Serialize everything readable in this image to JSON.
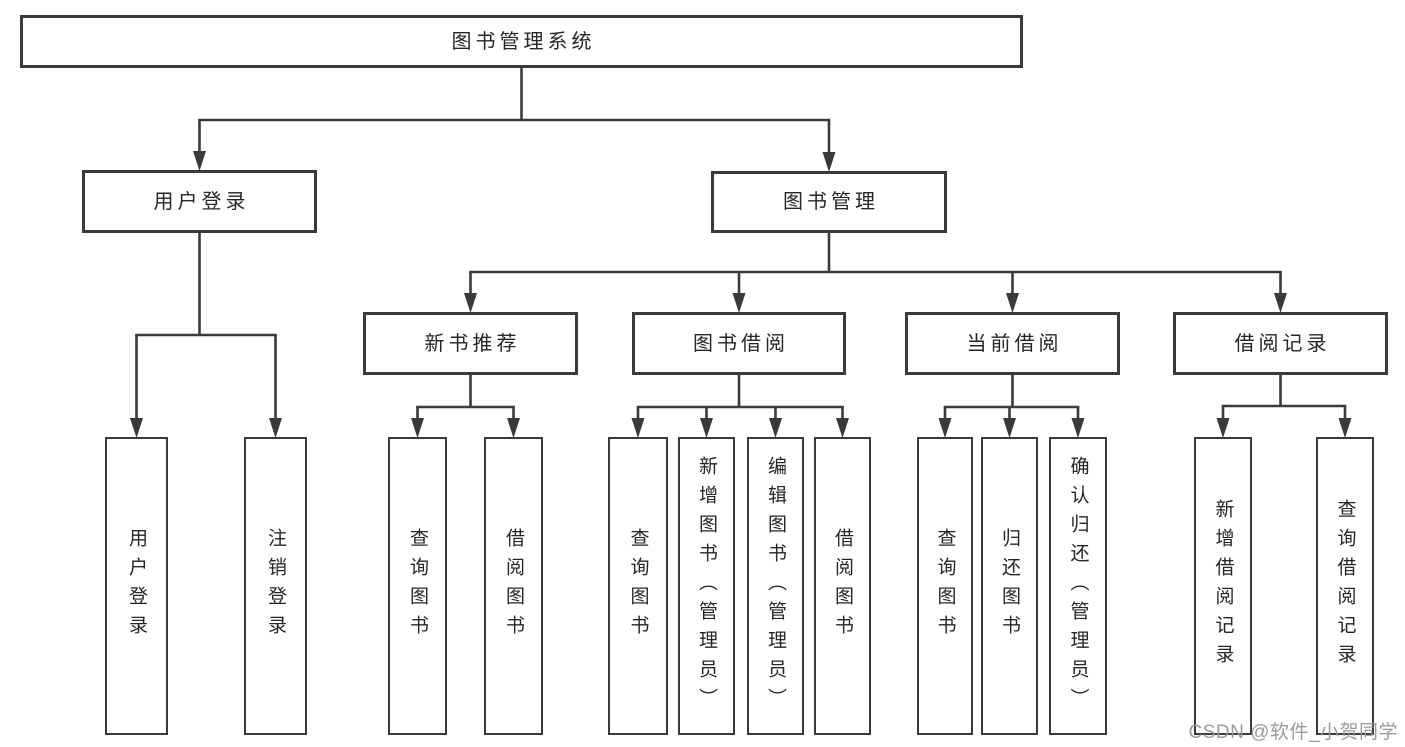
{
  "diagram": {
    "title": "图书管理系统",
    "watermark": "CSDN @软件_小贺同学",
    "colors": {
      "line": "#3a3a3a",
      "box_border": "#3a3a3a",
      "text": "#262626",
      "watermark": "#9b9b9b",
      "background": "#ffffff"
    },
    "nodes": [
      {
        "id": "root",
        "label": "图书管理系统",
        "parent": null,
        "orientation": "horizontal"
      },
      {
        "id": "user-login",
        "label": "用户登录",
        "parent": "root",
        "orientation": "horizontal"
      },
      {
        "id": "book-mgmt",
        "label": "图书管理",
        "parent": "root",
        "orientation": "horizontal"
      },
      {
        "id": "new-book-rec",
        "label": "新书推荐",
        "parent": "book-mgmt",
        "orientation": "horizontal"
      },
      {
        "id": "book-borrow",
        "label": "图书借阅",
        "parent": "book-mgmt",
        "orientation": "horizontal"
      },
      {
        "id": "current-borrow",
        "label": "当前借阅",
        "parent": "book-mgmt",
        "orientation": "horizontal"
      },
      {
        "id": "borrow-record",
        "label": "借阅记录",
        "parent": "book-mgmt",
        "orientation": "horizontal"
      },
      {
        "id": "leaf-user-login",
        "label": "用户登录",
        "parent": "user-login",
        "orientation": "vertical"
      },
      {
        "id": "leaf-logout",
        "label": "注销登录",
        "parent": "user-login",
        "orientation": "vertical"
      },
      {
        "id": "leaf-rec-query",
        "label": "查询图书",
        "parent": "new-book-rec",
        "orientation": "vertical"
      },
      {
        "id": "leaf-rec-borrow",
        "label": "借阅图书",
        "parent": "new-book-rec",
        "orientation": "vertical"
      },
      {
        "id": "leaf-bb-query",
        "label": "查询图书",
        "parent": "book-borrow",
        "orientation": "vertical"
      },
      {
        "id": "leaf-bb-add",
        "label": "新增图书（管理员）",
        "parent": "book-borrow",
        "orientation": "vertical"
      },
      {
        "id": "leaf-bb-edit",
        "label": "编辑图书（管理员）",
        "parent": "book-borrow",
        "orientation": "vertical"
      },
      {
        "id": "leaf-bb-borrow",
        "label": "借阅图书",
        "parent": "book-borrow",
        "orientation": "vertical"
      },
      {
        "id": "leaf-cb-query",
        "label": "查询图书",
        "parent": "current-borrow",
        "orientation": "vertical"
      },
      {
        "id": "leaf-cb-return",
        "label": "归还图书",
        "parent": "current-borrow",
        "orientation": "vertical"
      },
      {
        "id": "leaf-cb-confirm",
        "label": "确认归还（管理员）",
        "parent": "current-borrow",
        "orientation": "vertical"
      },
      {
        "id": "leaf-br-add",
        "label": "新增借阅记录",
        "parent": "borrow-record",
        "orientation": "vertical"
      },
      {
        "id": "leaf-br-query",
        "label": "查询借阅记录",
        "parent": "borrow-record",
        "orientation": "vertical"
      }
    ]
  }
}
